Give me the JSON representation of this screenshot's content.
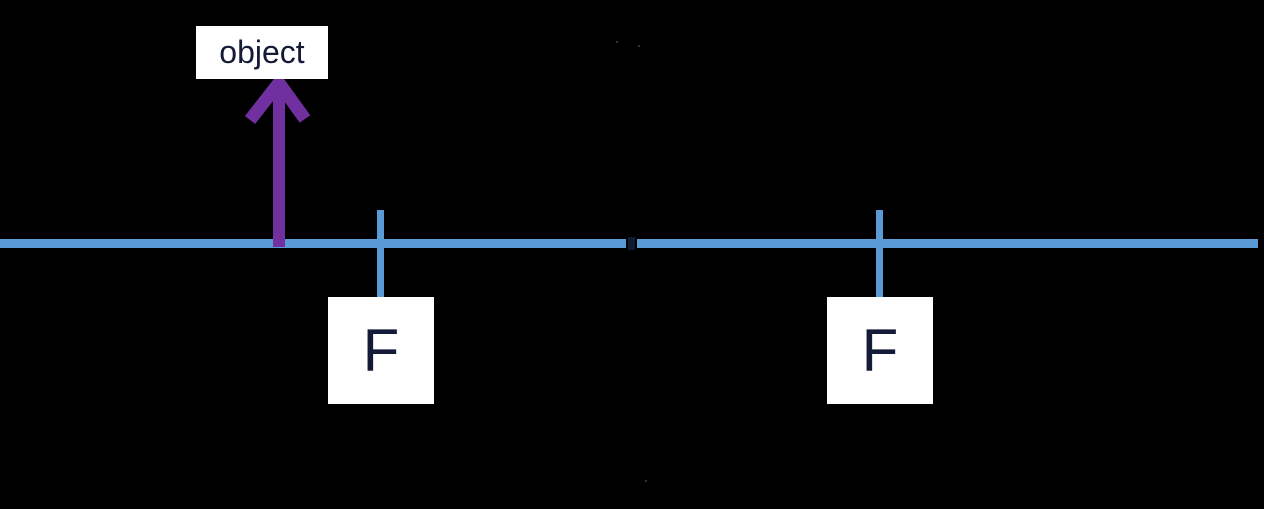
{
  "diagram": {
    "object_label": "object",
    "focal_left_label": "F",
    "focal_right_label": "F"
  },
  "colors": {
    "background": "#000000",
    "axis_blue": "#5b9bd5",
    "arrow_purple": "#7030a0",
    "label_text": "#141b38",
    "label_background": "#ffffff",
    "lens_dark": "#101b33"
  }
}
